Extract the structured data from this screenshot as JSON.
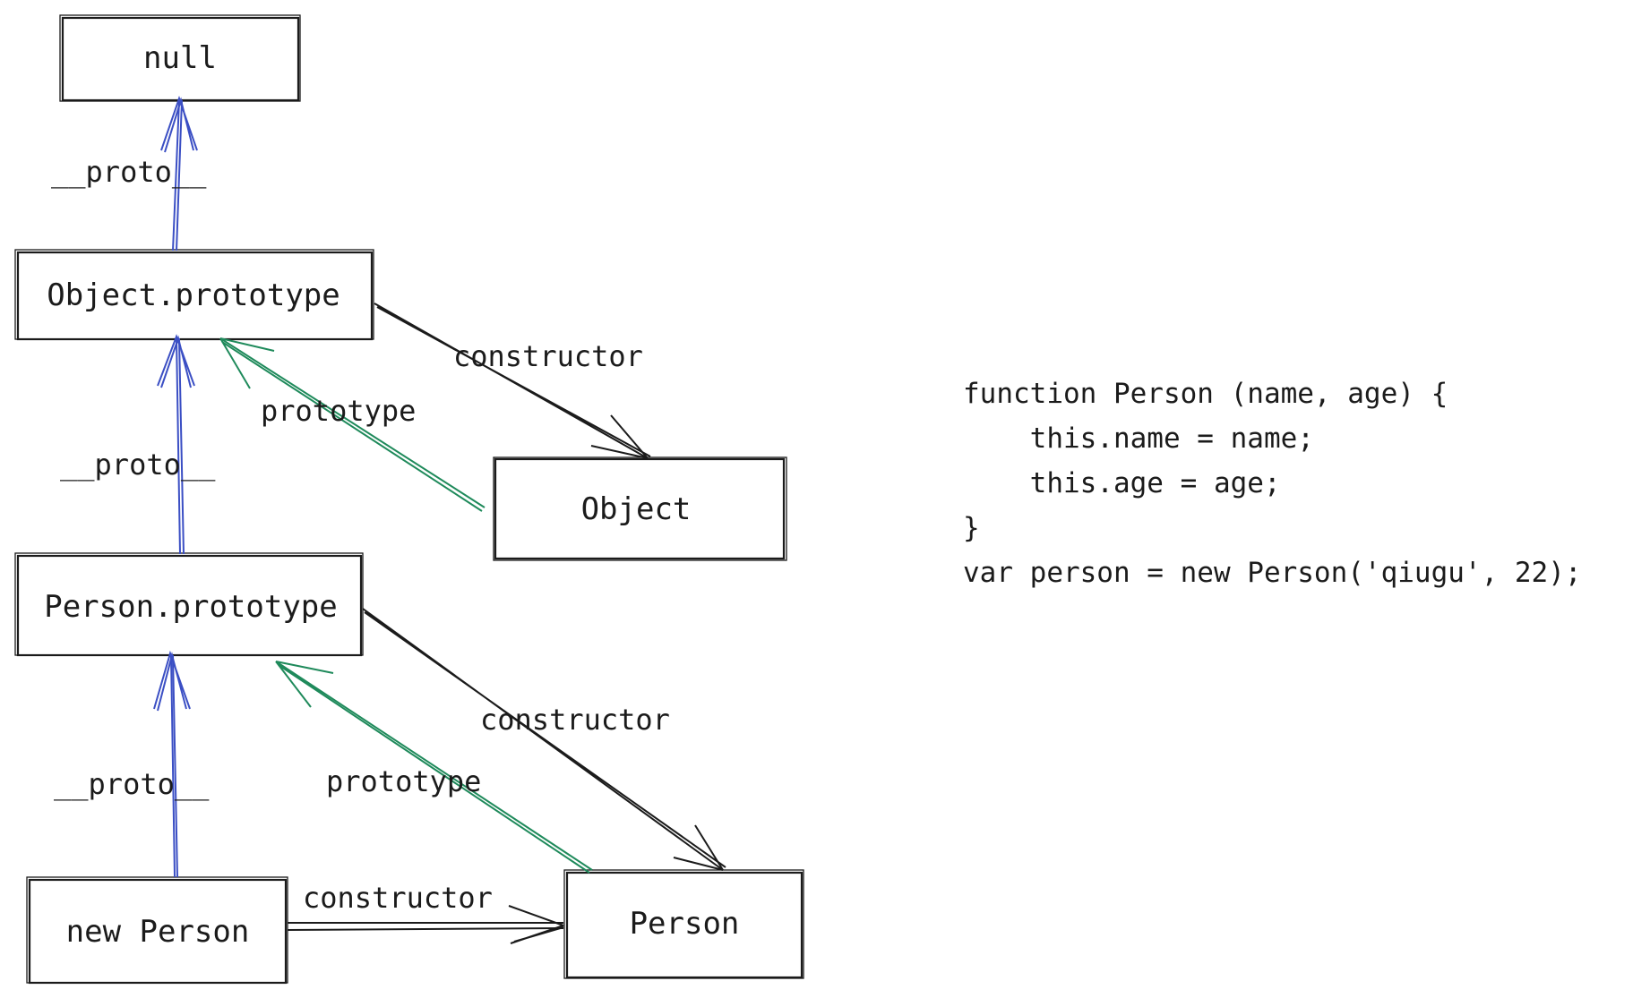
{
  "diagram": {
    "nodes": {
      "null": "null",
      "object_prototype": "Object.prototype",
      "object": "Object",
      "person_prototype": "Person.prototype",
      "new_person": "new Person",
      "person": "Person"
    },
    "edge_labels": {
      "proto_top": "__proto__",
      "proto_mid": "__proto__",
      "proto_bottom": "__proto__",
      "constructor_object": "constructor",
      "prototype_object": "prototype",
      "constructor_person": "constructor",
      "prototype_person": "prototype",
      "constructor_new": "constructor"
    },
    "colors": {
      "proto_arrow": "#3b4fc4",
      "prototype_arrow": "#1f8a5b",
      "constructor_arrow": "#1b1b1b",
      "stroke": "#1b1b1b"
    }
  },
  "code": {
    "lines": [
      "function Person (name, age) {",
      "    this.name = name;",
      "    this.age = age;",
      "}",
      "var person = new Person('qiugu', 22);"
    ]
  }
}
